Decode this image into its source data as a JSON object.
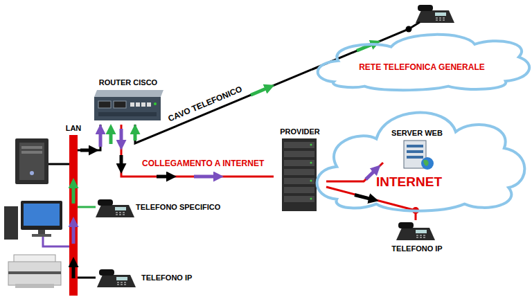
{
  "diagram": {
    "nodes": [
      {
        "text": [
          "ROUTER CISCO"
        ]
      },
      {
        "text": [
          "LAN"
        ]
      },
      {
        "text": [
          "TELEFONO SPECIFICO"
        ]
      },
      {
        "text": [
          "TELEFONO IP"
        ]
      },
      {
        "text": [
          "RETE TELEFONICA GENERALE"
        ]
      },
      {
        "text": [
          "PROVIDER"
        ]
      },
      {
        "text": [
          "INTERNET"
        ]
      },
      {
        "text": [
          "SERVER WEB"
        ],
        "in": 6
      },
      {
        "text": [
          "TELEFONO IP"
        ]
      }
    ],
    "edges": [
      {
        "from": 1,
        "to": 0,
        "arrow": "none"
      },
      {
        "from": 0,
        "to": 4,
        "label": "CAVO TELEFONICO",
        "arrow": "none"
      },
      {
        "from": 0,
        "to": 5,
        "label": "COLLEGAMENTO A INTERNET",
        "arrow": "none"
      },
      {
        "from": 2,
        "to": 1,
        "arrow": "none"
      },
      {
        "from": 3,
        "to": 1,
        "arrow": "none"
      },
      {
        "from": 5,
        "to": 7,
        "arrow": "none"
      },
      {
        "from": 5,
        "to": 8,
        "arrow": "none"
      }
    ]
  }
}
